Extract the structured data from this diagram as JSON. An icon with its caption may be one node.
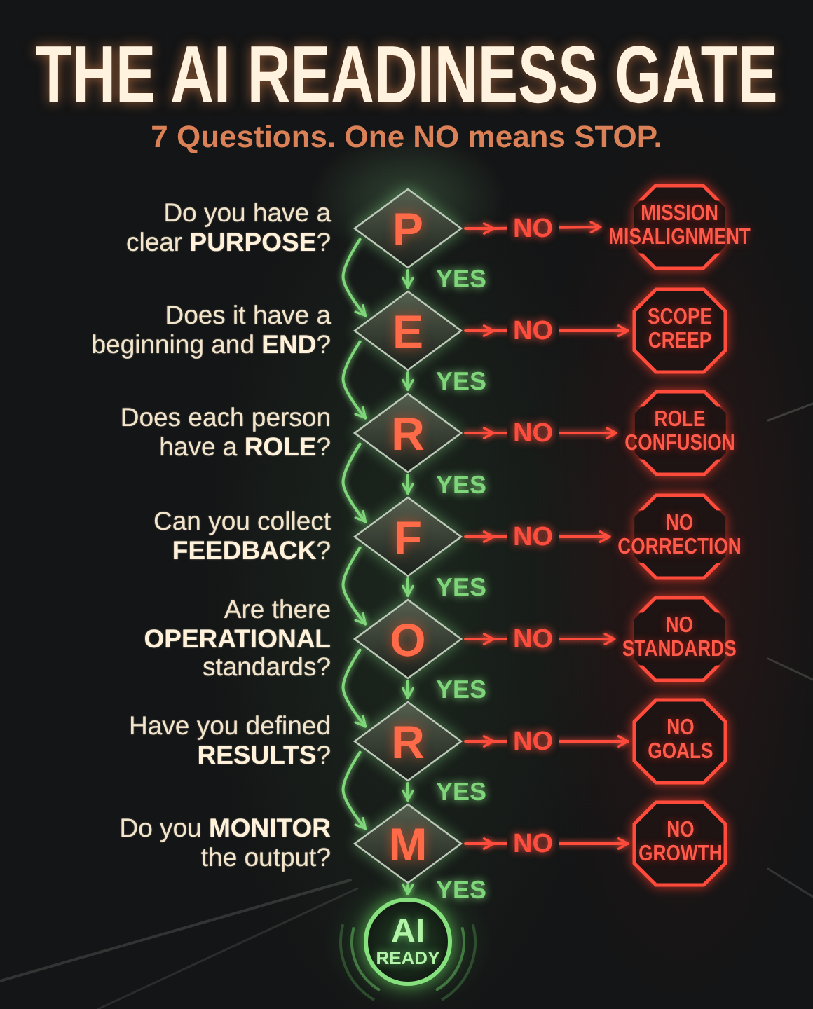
{
  "diagram": {
    "title": "THE AI READINESS GATE",
    "nodes": [
      {
        "text": [
          "P"
        ],
        "beside": [
          "Do you have a clear **PURPOSE**?"
        ]
      },
      {
        "text": [
          "MISSION MISALIGNMENT"
        ]
      },
      {
        "text": [
          "E"
        ],
        "beside": [
          "Does it have a beginning and **END**?"
        ]
      },
      {
        "text": [
          "SCOPE CREEP"
        ]
      },
      {
        "text": [
          "R"
        ],
        "beside": [
          "Does each person have a **ROLE**?"
        ]
      },
      {
        "text": [
          "ROLE CONFUSION"
        ]
      },
      {
        "text": [
          "F"
        ],
        "beside": [
          "Can you collect **FEEDBACK**?"
        ]
      },
      {
        "text": [
          "NO CORRECTION"
        ]
      },
      {
        "text": [
          "O"
        ],
        "beside": [
          "Are there **OPERATIONAL** standards?"
        ]
      },
      {
        "text": [
          "NO STANDARDS"
        ]
      },
      {
        "text": [
          "R"
        ],
        "beside": [
          "Have you defined **RESULTS**?"
        ]
      },
      {
        "text": [
          "NO GOALS"
        ]
      },
      {
        "text": [
          "M"
        ],
        "beside": [
          "Do you **MONITOR** the output?"
        ]
      },
      {
        "text": [
          "NO GROWTH"
        ]
      },
      {
        "text": [
          "AI",
          "READY"
        ]
      }
    ],
    "edges": [
      {
        "from": 0,
        "to": 1,
        "arrow": "to",
        "label": "NO",
        "color": "#ff4d3d"
      },
      {
        "from": 0,
        "to": 2,
        "arrow": "to",
        "label": "YES"
      },
      {
        "from": 0,
        "to": 2,
        "arrow": "to"
      },
      {
        "from": 2,
        "to": 3,
        "arrow": "to",
        "label": "NO",
        "color": "#ff4d3d"
      },
      {
        "from": 2,
        "to": 4,
        "arrow": "to",
        "label": "YES"
      },
      {
        "from": 2,
        "to": 4,
        "arrow": "to"
      },
      {
        "from": 4,
        "to": 5,
        "arrow": "to",
        "label": "NO",
        "color": "#ff4d3d"
      },
      {
        "from": 4,
        "to": 6,
        "arrow": "to",
        "label": "YES"
      },
      {
        "from": 4,
        "to": 6,
        "arrow": "to"
      },
      {
        "from": 6,
        "to": 7,
        "arrow": "to",
        "label": "NO",
        "color": "#ff4d3d"
      },
      {
        "from": 6,
        "to": 8,
        "arrow": "to",
        "label": "YES"
      },
      {
        "from": 6,
        "to": 8,
        "arrow": "to"
      },
      {
        "from": 8,
        "to": 9,
        "arrow": "to",
        "label": "NO",
        "color": "#ff4d3d"
      },
      {
        "from": 8,
        "to": 10,
        "arrow": "to",
        "label": "YES"
      },
      {
        "from": 8,
        "to": 10,
        "arrow": "to"
      },
      {
        "from": 10,
        "to": 11,
        "arrow": "to",
        "label": "NO",
        "color": "#ff4d3d"
      },
      {
        "from": 10,
        "to": 12,
        "arrow": "to",
        "label": "YES"
      },
      {
        "from": 10,
        "to": 12,
        "arrow": "to"
      },
      {
        "from": 12,
        "to": 13,
        "arrow": "to",
        "label": "NO",
        "color": "#ff4d3d"
      },
      {
        "from": 12,
        "to": 14,
        "arrow": "to",
        "label": "YES"
      }
    ],
    "labels": [
      "7 Questions. One NO means STOP."
    ]
  }
}
